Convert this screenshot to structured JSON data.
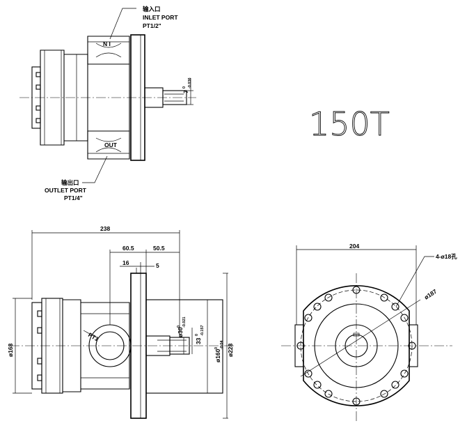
{
  "title": "150T",
  "top_view": {
    "inlet_cn": "输入口",
    "inlet_en": "INLET PORT",
    "inlet_spec": "PT1/2\"",
    "inlet_mark": "N I",
    "outlet_mark": "OUT",
    "outlet_cn": "输出口",
    "outlet_en": "OUTLET PORT",
    "outlet_spec": "PT1/4\"",
    "key_dim": "7",
    "key_tol_top": "0",
    "key_tol_bot": "-0.036"
  },
  "side_view": {
    "total_length": "238",
    "dim_60_5": "60.5",
    "dim_50_5": "50.5",
    "dim_16": "16",
    "dim_5": "5",
    "port_label": "PT1",
    "dia_168": "ø168",
    "dia_30": "ø30",
    "dia_30_tol_top": "0",
    "dia_30_tol_bot": "-0.021",
    "dim_33": "33",
    "dim_33_tol_top": "0",
    "dim_33_tol_bot": "-0.157",
    "dia_160": "ø160",
    "dia_160_tol_top": "0",
    "dia_160_tol_bot": "-0.04",
    "dia_228": "ø228"
  },
  "front_view": {
    "width": "204",
    "holes": "4-ø18孔",
    "pcd": "ø187"
  }
}
